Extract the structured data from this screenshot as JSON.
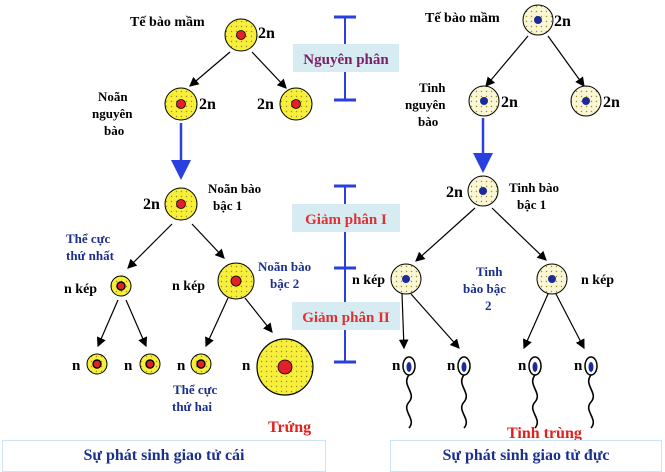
{
  "captions": {
    "female": "Sự phát sinh giao tử cái",
    "male": "Sự phát sinh giao tử đực"
  },
  "phases": {
    "mitosis": "Nguyên phân",
    "meiosis1": "Giảm phân I",
    "meiosis2": "Giảm phân II"
  },
  "female": {
    "germ_cell": "Tế bào mầm",
    "oogonium_line1": "Noãn",
    "oogonium_line2": "nguyên",
    "oogonium_line3": "bào",
    "primary_line1": "Noãn bào",
    "primary_line2": "bậc 1",
    "polar1_line1": "Thể cực",
    "polar1_line2": "thứ nhất",
    "secondary_line1": "Noãn bào",
    "secondary_line2": "bậc 2",
    "polar2_line1": "Thể cực",
    "polar2_line2": "thứ hai",
    "egg": "Trứng"
  },
  "male": {
    "germ_cell": "Tế bào mầm",
    "spermatogonium_line1": "Tinh",
    "spermatogonium_line2": "nguyên",
    "spermatogonium_line3": "bào",
    "primary_line1": "Tinh bào",
    "primary_line2": "bậc 1",
    "secondary_line1": "Tinh",
    "secondary_line2": "bào bậc",
    "secondary_line3": "2",
    "sperm": "Tinh trùng"
  },
  "ploidy": {
    "diploid": "2n",
    "double": "n kép",
    "haploid": "n"
  },
  "colors": {
    "cell_fill": "#f7ef3a",
    "cell_fill_male": "#fbf7d4",
    "nucleus_female": "#e3202a",
    "nucleus_male": "#1c2a9a",
    "arrow_blue": "#2a3fe0",
    "phase_box": "#d6ecf2",
    "phase_text_mitosis": "#7a1e66",
    "phase_text_meiosis": "#e03030",
    "bar_blue": "#2a3fe0",
    "red_label": "#e0201e",
    "navy_label": "#1b2f8c"
  }
}
